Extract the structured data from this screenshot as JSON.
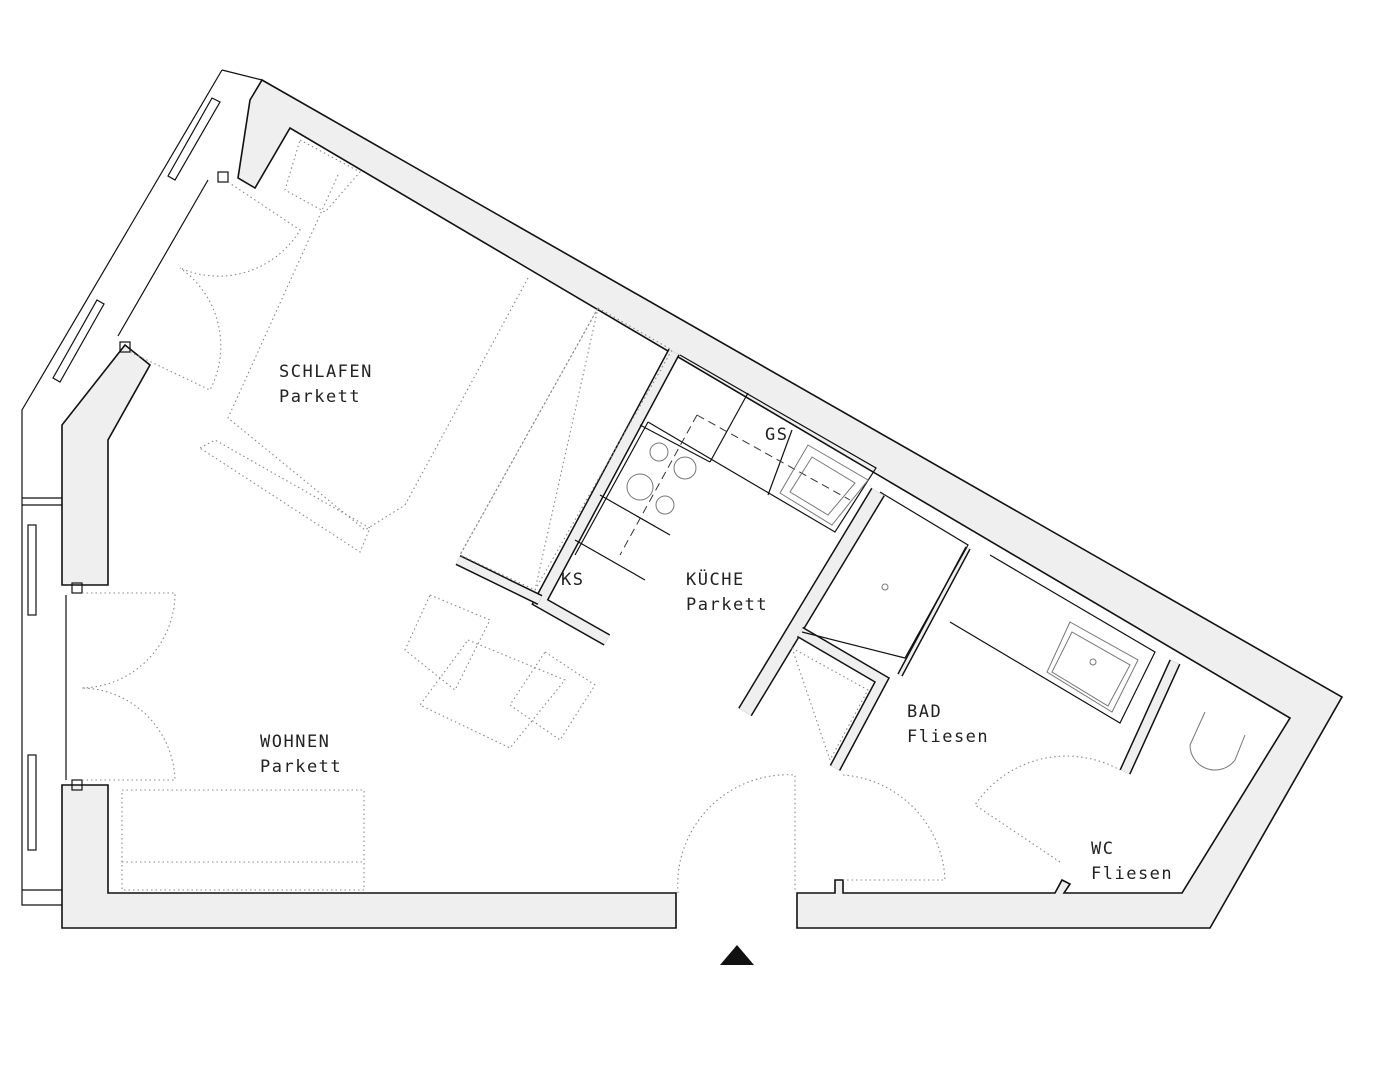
{
  "rooms": [
    {
      "id": "schlafen",
      "name": "SCHLAFEN",
      "floor": "Parkett"
    },
    {
      "id": "wohnen",
      "name": "WOHNEN",
      "floor": "Parkett"
    },
    {
      "id": "kueche",
      "name": "KÜCHE",
      "floor": "Parkett"
    },
    {
      "id": "bad",
      "name": "BAD",
      "floor": "Fliesen"
    },
    {
      "id": "wc",
      "name": "WC",
      "floor": "Fliesen"
    }
  ],
  "fixtures": {
    "ks": "KS",
    "gs": "GS"
  },
  "entrance_icon": "triangle-up-icon"
}
